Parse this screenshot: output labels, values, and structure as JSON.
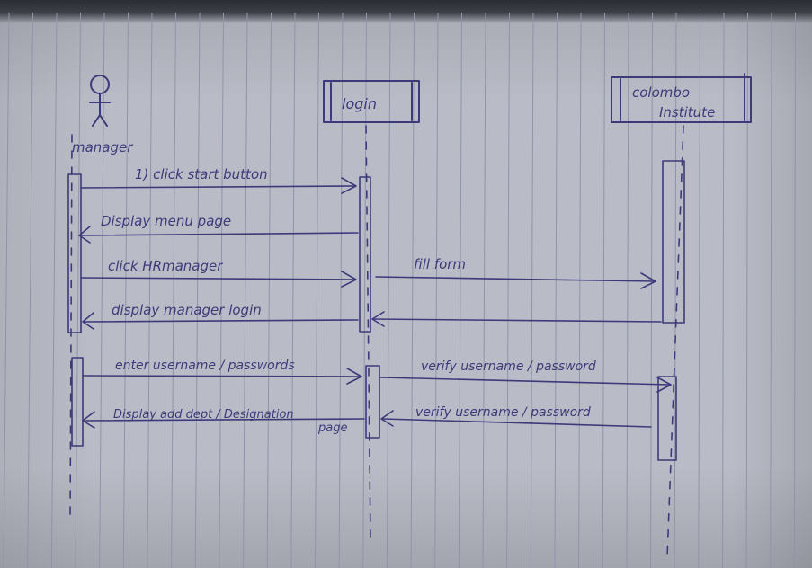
{
  "participants": {
    "actor": {
      "label": "manager"
    },
    "login": {
      "label": "login"
    },
    "institute": {
      "line1": "colombo",
      "line2": "Institute"
    }
  },
  "messages": {
    "m1": "1) click start button",
    "m2": "Display menu page",
    "m3": "click HRmanager",
    "m4": "display manager login",
    "m5": "enter username / passwords",
    "m6": "Display add dept / Designation",
    "m6b": "page",
    "m7": "fill form",
    "m8": "verify username / password",
    "m9": "verify username / password"
  },
  "colors": {
    "ink": "#3d3a7a",
    "paper": "#b9bcc6",
    "rule": "#8f95a8"
  }
}
